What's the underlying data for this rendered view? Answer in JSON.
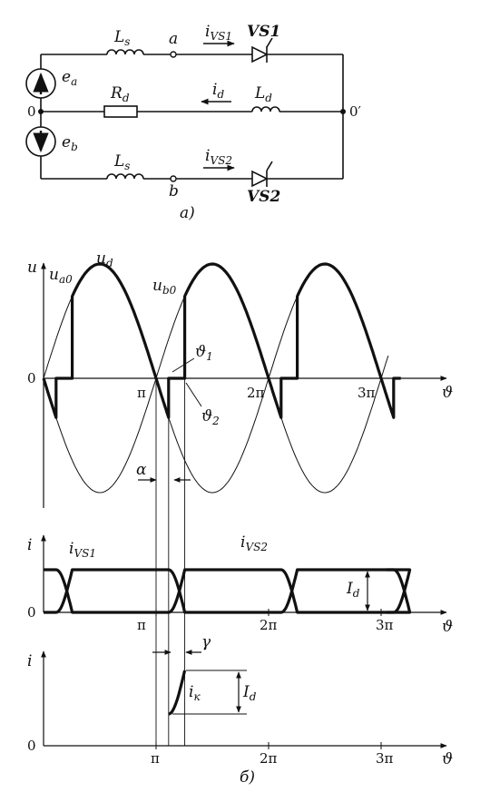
{
  "circuit": {
    "source_a": {
      "main": "e",
      "sub": "a"
    },
    "source_b": {
      "main": "e",
      "sub": "b"
    },
    "ls_top": {
      "main": "L",
      "sub": "s"
    },
    "ls_bottom": {
      "main": "L",
      "sub": "s"
    },
    "rd": {
      "main": "R",
      "sub": "d"
    },
    "ld": {
      "main": "L",
      "sub": "d"
    },
    "node_a": "a",
    "node_b": "b",
    "node_0": "0",
    "node_0prime": "0′",
    "i_vs1": {
      "main": "i",
      "sub": "VS1"
    },
    "i_vs2": {
      "main": "i",
      "sub": "VS2"
    },
    "i_d": {
      "main": "i",
      "sub": "d"
    },
    "vs1": "VS1",
    "vs2": "VS2",
    "caption": "а)"
  },
  "waveforms": {
    "voltage_axis_y": "u",
    "current_axis_y": "i",
    "x_axis": "ϑ",
    "origin": "0",
    "ticks": [
      "π",
      "2π",
      "3π"
    ],
    "ud": {
      "main": "u",
      "sub": "d"
    },
    "ua0": {
      "main": "u",
      "sub": "a0"
    },
    "ub0": {
      "main": "u",
      "sub": "b0"
    },
    "theta1": {
      "main": "ϑ",
      "sub": "1"
    },
    "theta2": {
      "main": "ϑ",
      "sub": "2"
    },
    "alpha": "α",
    "gamma": "γ",
    "i_vs1": {
      "main": "i",
      "sub": "VS1"
    },
    "i_vs2": {
      "main": "i",
      "sub": "VS2"
    },
    "Id_1": {
      "main": "I",
      "sub": "d"
    },
    "Id_2": {
      "main": "I",
      "sub": "d"
    },
    "ik": {
      "main": "i",
      "sub": "к"
    },
    "caption": "б)"
  },
  "chart_data": {
    "type": "line",
    "x_unit": "rad",
    "x_ticks": [
      3.1416,
      6.2832,
      9.4248
    ],
    "alpha": 0.35,
    "gamma": 0.45,
    "voltage_amplitude": 1,
    "series_note_names": [
      "u_a0",
      "u_b0",
      "u_d"
    ],
    "current_level_Id": 1
  }
}
